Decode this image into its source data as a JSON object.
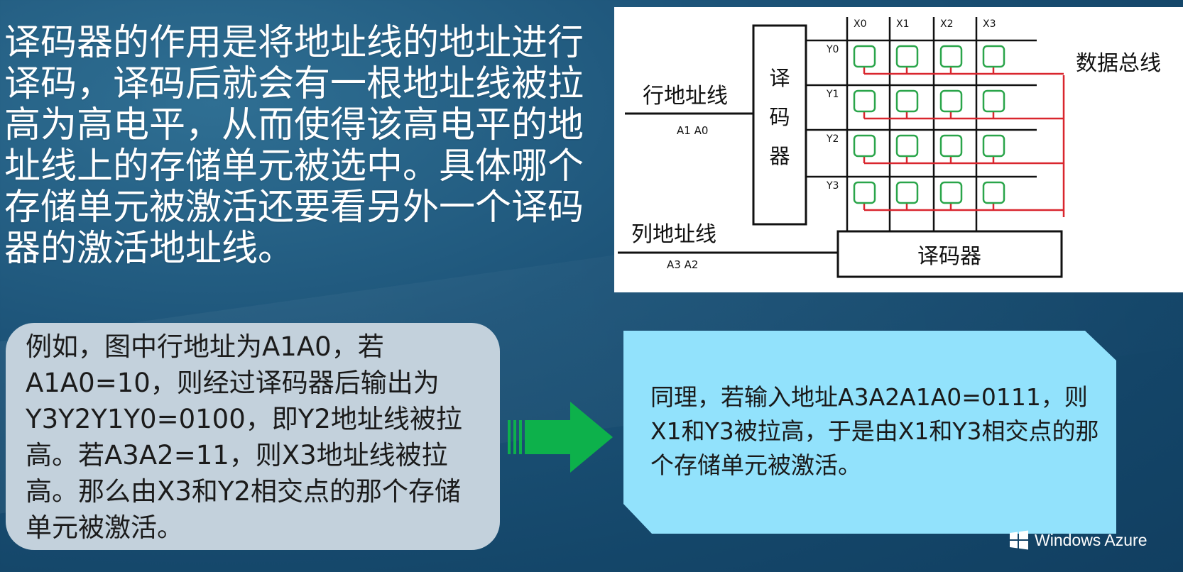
{
  "title": "译码器的作用是将地址线的地址进行译码，译码后就会有一根地址线被拉高为高电平，从而使得该高电平的地址线上的存储单元被选中。具体哪个存储单元被激活还要看另外一个译码器的激活地址线。",
  "diagram": {
    "row_address_label": "行地址线",
    "row_address_bits": "A1 A0",
    "row_decoder_chars": [
      "译",
      "码",
      "器"
    ],
    "col_address_label": "列地址线",
    "col_address_bits": "A3 A2",
    "col_decoder_label": "译码器",
    "columns": [
      "X0",
      "X1",
      "X2",
      "X3"
    ],
    "rows": [
      "Y0",
      "Y1",
      "Y2",
      "Y3"
    ],
    "data_bus_label": "数据总线",
    "colors": {
      "cell": "#2aa54a",
      "bus": "#d9262e",
      "line": "#111111"
    }
  },
  "example_box": {
    "text": "例如，图中行地址为A1A0，若A1A0=10，则经过译码器后输出为Y3Y2Y1Y0=0100，即Y2地址线被拉高。若A3A2=11，则X3地址线被拉高。那么由X3和Y2相交点的那个存储单元被激活。"
  },
  "result_box": {
    "text": "同理，若输入地址A3A2A1A0=0111，则X1和Y3被拉高，于是由X1和Y3相交点的那个存储单元被激活。"
  },
  "arrow_icon": "right-arrow-icon",
  "brand": {
    "name": "Windows Azure",
    "logo_icon": "windows-logo-icon"
  },
  "colors": {
    "background": "#1a4f74",
    "example_box_bg": "#c3d1dc",
    "result_box_bg": "#92e2fc",
    "arrow": "#0db14b"
  }
}
